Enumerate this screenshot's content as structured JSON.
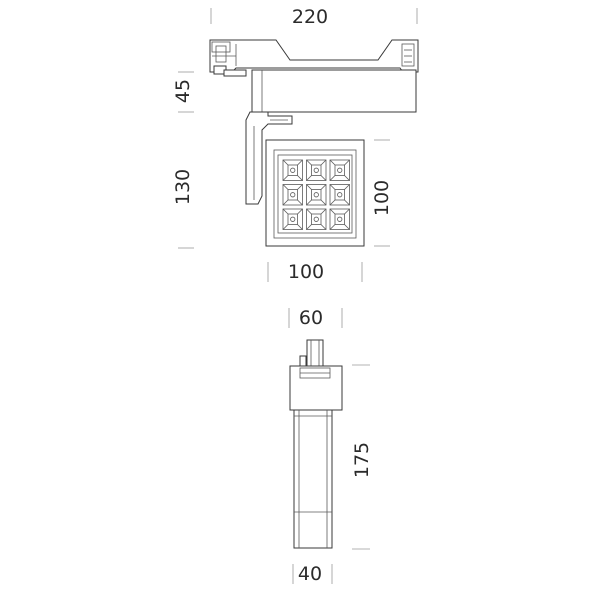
{
  "dimensions": {
    "top_width": "220",
    "rail_height": "45",
    "head_height": "130",
    "head_depth": "100",
    "head_width": "100",
    "side_top_width": "60",
    "side_height": "175",
    "side_bottom_width": "40"
  },
  "led_grid": {
    "rows": 3,
    "cols": 3
  },
  "colors": {
    "line": "#3a3a3a",
    "extension": "#9a9a9a",
    "text": "#2b2b2b"
  }
}
